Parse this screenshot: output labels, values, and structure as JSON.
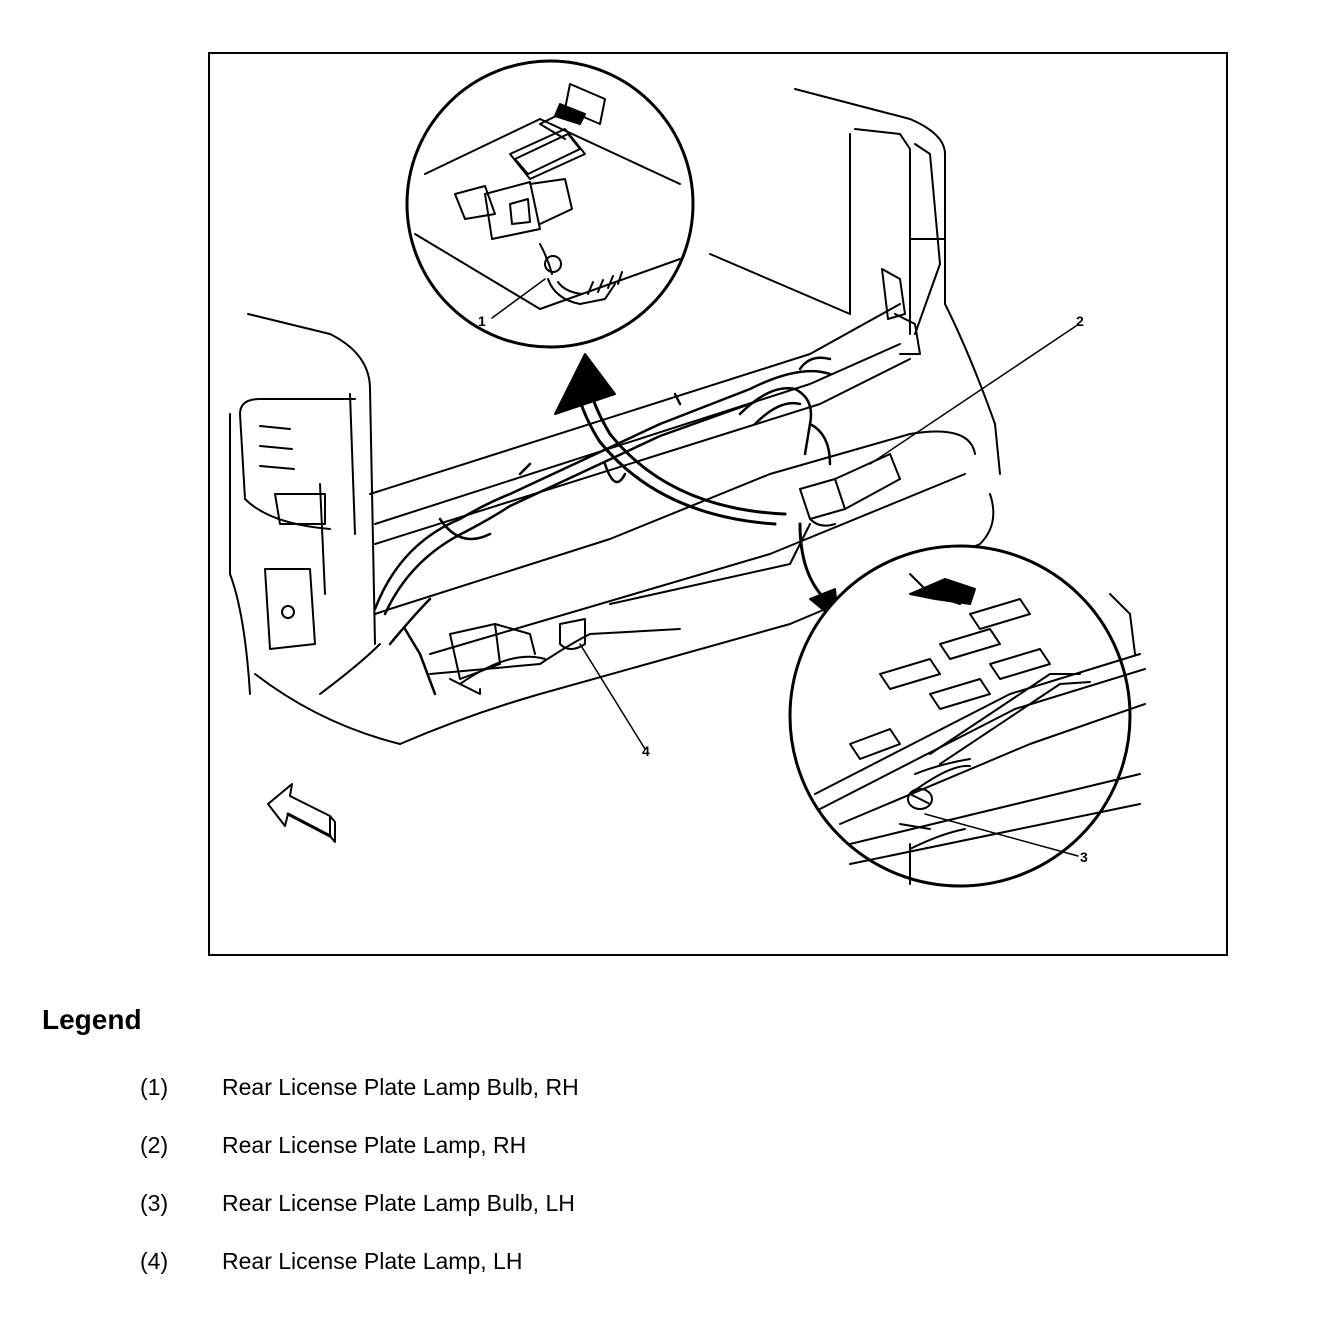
{
  "figure": {
    "callouts": [
      "1",
      "2",
      "3",
      "4"
    ],
    "icons": [
      "front-direction-arrow-icon",
      "view-direction-arrow-icon",
      "detail-arrow-icon"
    ]
  },
  "legend": {
    "title": "Legend",
    "items": [
      {
        "num": "(1)",
        "text": "Rear License Plate Lamp Bulb, RH"
      },
      {
        "num": "(2)",
        "text": "Rear License Plate Lamp, RH"
      },
      {
        "num": "(3)",
        "text": "Rear License Plate Lamp Bulb, LH"
      },
      {
        "num": "(4)",
        "text": "Rear License Plate Lamp, LH"
      }
    ]
  }
}
